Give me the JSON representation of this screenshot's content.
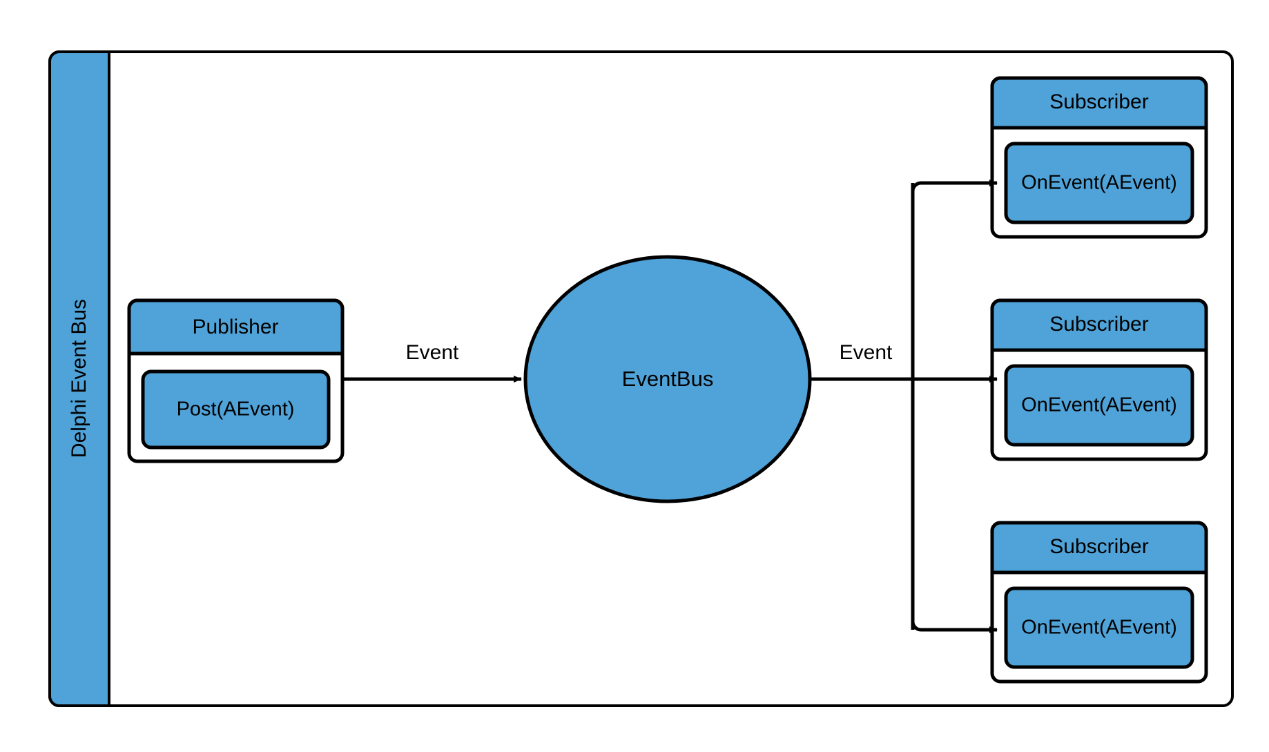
{
  "diagram": {
    "type": "architecture-flow",
    "title": "Delphi Event Bus",
    "background_color": "#ffffff",
    "node_fill": "#4FA3D9",
    "stroke_color": "#000000",
    "container": {
      "label": "Delphi Event Bus",
      "orientation": "vertical-left-band"
    },
    "publisher": {
      "header": "Publisher",
      "method": "Post(AEvent)"
    },
    "bus": {
      "label": "EventBus",
      "shape": "ellipse"
    },
    "subscribers": [
      {
        "header": "Subscriber",
        "method": "OnEvent(AEvent)"
      },
      {
        "header": "Subscriber",
        "method": "OnEvent(AEvent)"
      },
      {
        "header": "Subscriber",
        "method": "OnEvent(AEvent)"
      }
    ],
    "edges": [
      {
        "label": "Event",
        "from": "publisher",
        "to": "bus"
      },
      {
        "label": "Event",
        "from": "bus",
        "to": "subscribers"
      }
    ]
  }
}
